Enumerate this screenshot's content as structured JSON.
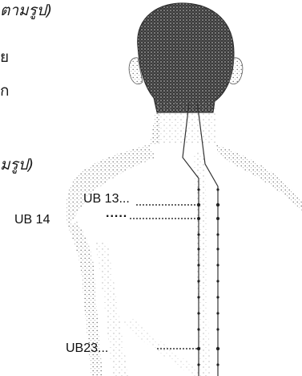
{
  "text_fragments": {
    "line1": "ตามรูป)",
    "line2": "ย",
    "line3": "ก",
    "line4": "มรูป)"
  },
  "labels": {
    "ub13": "UB 13...",
    "ub14": "UB 14",
    "ub14_dots": ".....",
    "ub23": "UB23..."
  },
  "colors": {
    "ink": "#1a1a1a",
    "hair": "#2a2a2a",
    "skin_shade": "#7a7a7a",
    "leader_line": "#333333"
  }
}
